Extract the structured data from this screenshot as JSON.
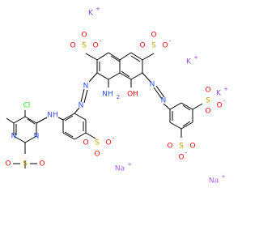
{
  "molecule": {
    "atoms": {
      "k1": "K",
      "k2": "K",
      "k3": "K",
      "na1": "Na",
      "na2": "Na",
      "cl": "Cl",
      "nh_link": "NH",
      "n_pyr1": "N",
      "n_pyr2": "N",
      "s_mesyl": "S",
      "o_mesyl1": "O",
      "o_mesyl2": "O",
      "n_azo1": "N",
      "n_azo2": "N",
      "n_azo3": "N",
      "n_azo4": "N",
      "nh2": "NH",
      "nh2_sub": "2",
      "oh": "OH",
      "s1": "S",
      "o1a": "O",
      "o1b": "O",
      "o1c": "O",
      "s2": "S",
      "o2a": "O",
      "o2b": "O",
      "o2c": "O",
      "s3": "S",
      "o3a": "O",
      "o3b": "O",
      "o3c": "O",
      "s4": "S",
      "o4a": "O",
      "o4b": "O",
      "o4c": "O",
      "s5": "S",
      "o5a": "O",
      "o5b": "O",
      "o5c": "O"
    },
    "charges": {
      "plus": "+",
      "minus": "-"
    },
    "colors": {
      "bond": "#000000",
      "nitrogen": "#3050F8",
      "oxygen": "#FF0D0D",
      "sulfur": "#C8A000",
      "chlorine": "#1FF01F",
      "potassium": "#8F40D4",
      "sodium": "#AB5CF2"
    }
  }
}
